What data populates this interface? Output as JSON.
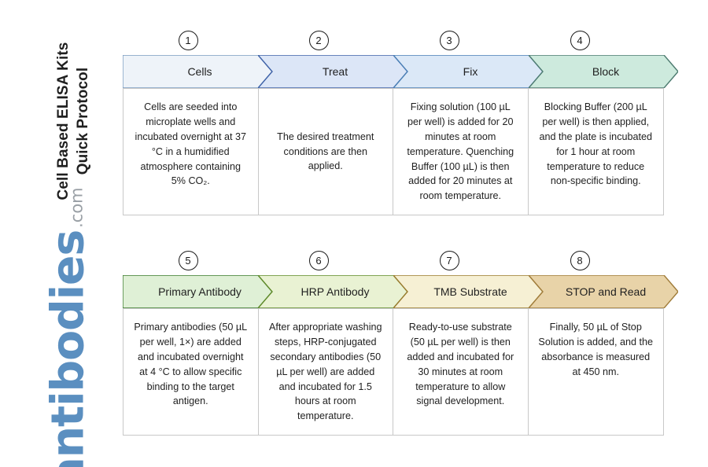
{
  "title": {
    "line1": "Cell Based ELISA Kits",
    "line2": "Quick Protocol"
  },
  "logo": {
    "name": "antibodies",
    "tld": ".com",
    "color": "#5b8fc0",
    "tld_color": "#9aa0a6"
  },
  "colors": {
    "text": "#1f1f1f",
    "box_border": "#c8c8c8",
    "circle_border": "#1a1a1a"
  },
  "rows": [
    {
      "steps": [
        {
          "number": "1",
          "label": "Cells",
          "fill": "#eef3f9",
          "stroke": "#7a9cc0",
          "text": "Cells are seeded into microplate wells and incubated overnight at 37 °C in a humidified atmosphere containing 5% CO₂.",
          "align": "top"
        },
        {
          "number": "2",
          "label": "Treat",
          "fill": "#dce6f7",
          "stroke": "#3f62a8",
          "text": "The desired treatment conditions are then applied.",
          "align": "center"
        },
        {
          "number": "3",
          "label": "Fix",
          "fill": "#dbe8f7",
          "stroke": "#4a7fb5",
          "text": "Fixing solution (100 µL per well) is added for 20 minutes at room temperature. Quenching Buffer (100 µL) is then added for 20 minutes at room temperature.",
          "align": "top"
        },
        {
          "number": "4",
          "label": "Block",
          "fill": "#cdeadd",
          "stroke": "#4d7b70",
          "text": "Blocking Buffer (200 µL per well) is then applied, and the plate is incubated for 1 hour at room temperature to reduce non-specific binding.",
          "align": "top"
        }
      ]
    },
    {
      "steps": [
        {
          "number": "5",
          "label": "Primary Antibody",
          "fill": "#dff0d6",
          "stroke": "#3c7a2e",
          "text": "Primary antibodies (50 µL per well, 1×) are added and incubated overnight at 4 °C to allow specific binding to the target antigen.",
          "align": "top"
        },
        {
          "number": "6",
          "label": "HRP Antibody",
          "fill": "#e9f2d3",
          "stroke": "#5f8a2a",
          "text": "After appropriate washing steps, HRP-conjugated secondary antibodies (50 µL per well) are added and incubated for 1.5 hours at room temperature.",
          "align": "top"
        },
        {
          "number": "7",
          "label": "TMB Substrate",
          "fill": "#f6f0d4",
          "stroke": "#9a7b2e",
          "text": "Ready-to-use substrate (50 µL per well) is then added and incubated for 30 minutes at room temperature to allow signal development.",
          "align": "top"
        },
        {
          "number": "8",
          "label": "STOP and Read",
          "fill": "#e8d3a8",
          "stroke": "#a07c3a",
          "text": "Finally, 50 µL of Stop Solution is added, and the absorbance is measured at 450 nm.",
          "align": "top"
        }
      ]
    }
  ]
}
